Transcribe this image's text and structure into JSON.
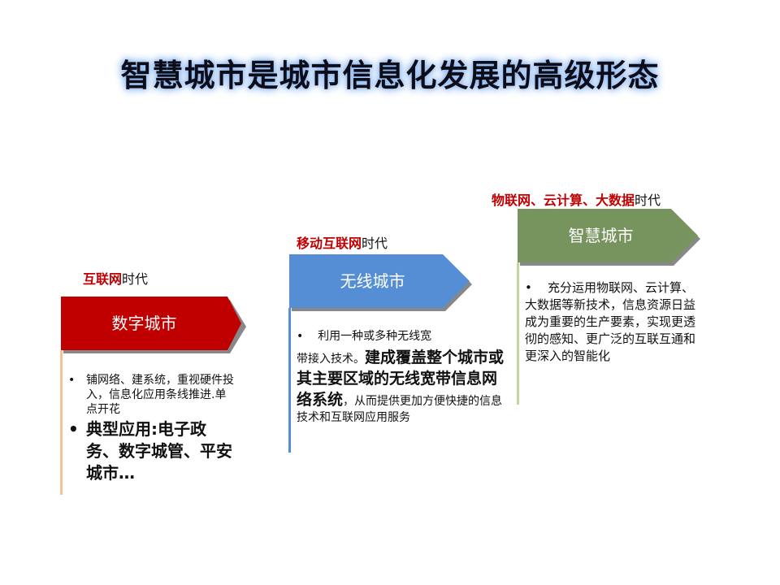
{
  "slide": {
    "title": "智慧城市是城市信息化发展的高级形态"
  },
  "stages": [
    {
      "era": {
        "highlight": "互联网",
        "suffix": "时代"
      },
      "name": "数字城市",
      "color": "#c00000",
      "line_color": "#f2c49d",
      "bullets": [
        {
          "text": "铺网络、建系统，重视硬件投入，信息化应用条线推进.单点开花",
          "style": "normal"
        },
        {
          "text": "典型应用:电子政务、数字城管、平安城市…",
          "style": "big"
        }
      ]
    },
    {
      "era": {
        "highlight": "移动互联网",
        "suffix": "时代"
      },
      "name": "无线城市",
      "color": "#558ed5",
      "line_color": "#558ed5",
      "desc": {
        "bullet_text": "利用一种或多种无线宽",
        "line2_normal": "带接入技术。",
        "bold_text": "建成覆盖整个城市或其主要区域的无线宽带信息网络系统",
        "tail": "，从而提供更加方便快捷的信息技术和互联网应用服务"
      }
    },
    {
      "era": {
        "highlight": "物联网、云计算、大数据",
        "suffix": "时代"
      },
      "name": "智慧城市",
      "color": "#77935e",
      "line_color": "#c3d69b",
      "bullets": [
        {
          "text": "充分运用物联网、云计算、大数据等新技术，信息资源日益成为重要的生产要素，实现更透彻的感知、更广泛的互联互通和更深入的智能化",
          "style": "normal"
        }
      ]
    }
  ],
  "bullet_glyph": "•"
}
